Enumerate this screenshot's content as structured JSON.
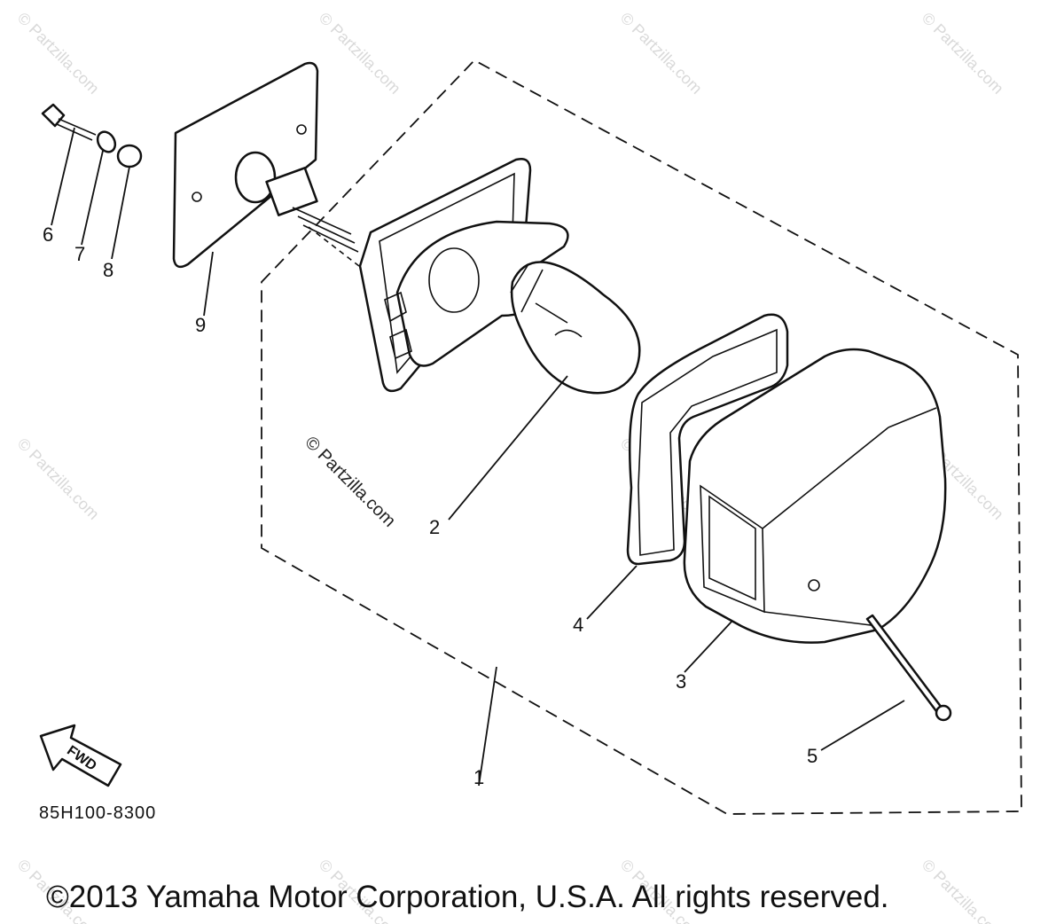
{
  "callouts": {
    "c1": "1",
    "c2": "2",
    "c3": "3",
    "c4": "4",
    "c5": "5",
    "c6": "6",
    "c7": "7",
    "c8": "8",
    "c9": "9"
  },
  "fwd_arrow_label": "FWD",
  "diagram_code": "85H100-8300",
  "copyright": "©2013 Yamaha Motor Corporation, U.S.A. All rights reserved.",
  "watermark": "© Partzilla.com",
  "center_watermark": "© Partzilla.com"
}
